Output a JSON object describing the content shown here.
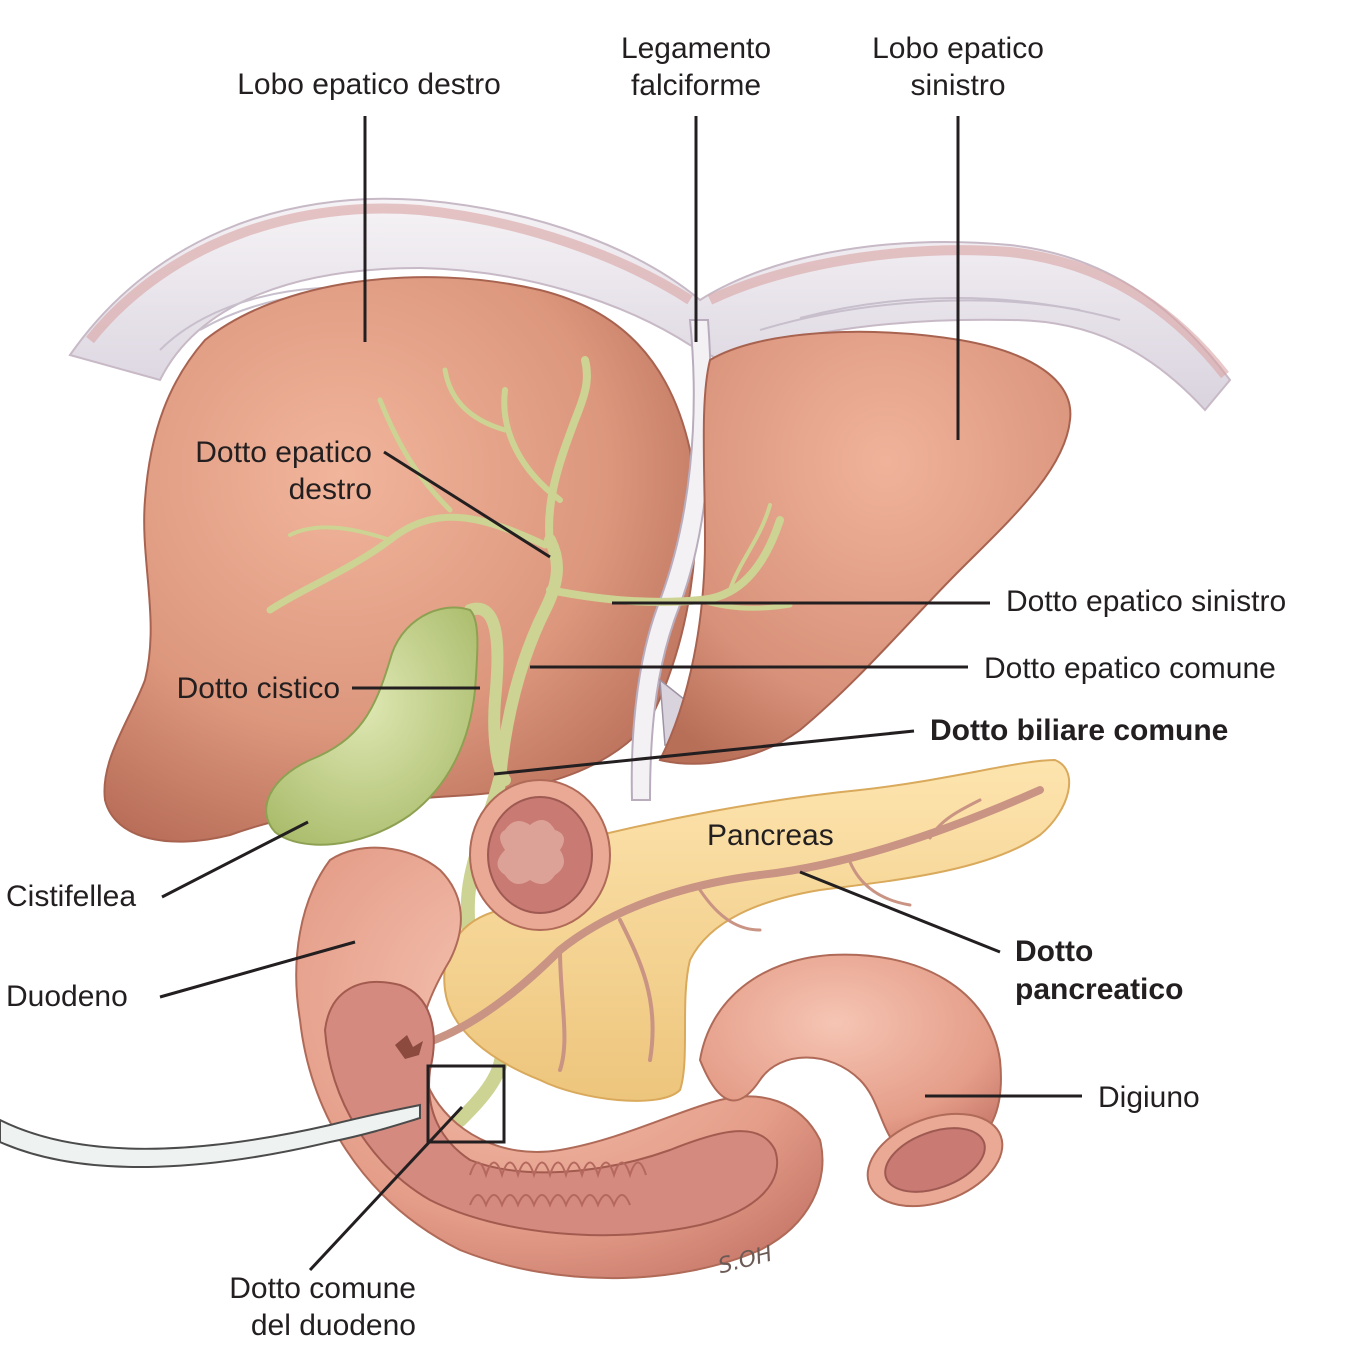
{
  "labels": {
    "lobo_destro": "Lobo epatico destro",
    "legamento_1": "Legamento",
    "legamento_2": "falciforme",
    "lobo_sinistro_1": "Lobo epatico",
    "lobo_sinistro_2": "sinistro",
    "dotto_epatico_destro_1": "Dotto epatico",
    "dotto_epatico_destro_2": "destro",
    "dotto_epatico_sinistro": "Dotto epatico sinistro",
    "dotto_cistico": "Dotto cistico",
    "dotto_epatico_comune": "Dotto epatico comune",
    "dotto_biliare_comune": "Dotto biliare comune",
    "pancreas": "Pancreas",
    "cistifellea": "Cistifellea",
    "duodeno": "Duodeno",
    "dotto_pancreatico_1": "Dotto",
    "dotto_pancreatico_2": "pancreatico",
    "digiuno": "Digiuno",
    "dotto_comune_duodeno_1": "Dotto comune",
    "dotto_comune_duodeno_2": "del duodeno"
  },
  "signature": "S.OH",
  "colors": {
    "liver": "#d9937a",
    "liver_shadow": "#b86f58",
    "bile_duct": "#d4d69a",
    "gallbladder": "#b8c97a",
    "pancreas": "#f6d38e",
    "intestine": "#e8a28e",
    "intestine_lumen": "#c97a72",
    "membrane": "#eae4e8",
    "leader_line": "#231f20"
  }
}
